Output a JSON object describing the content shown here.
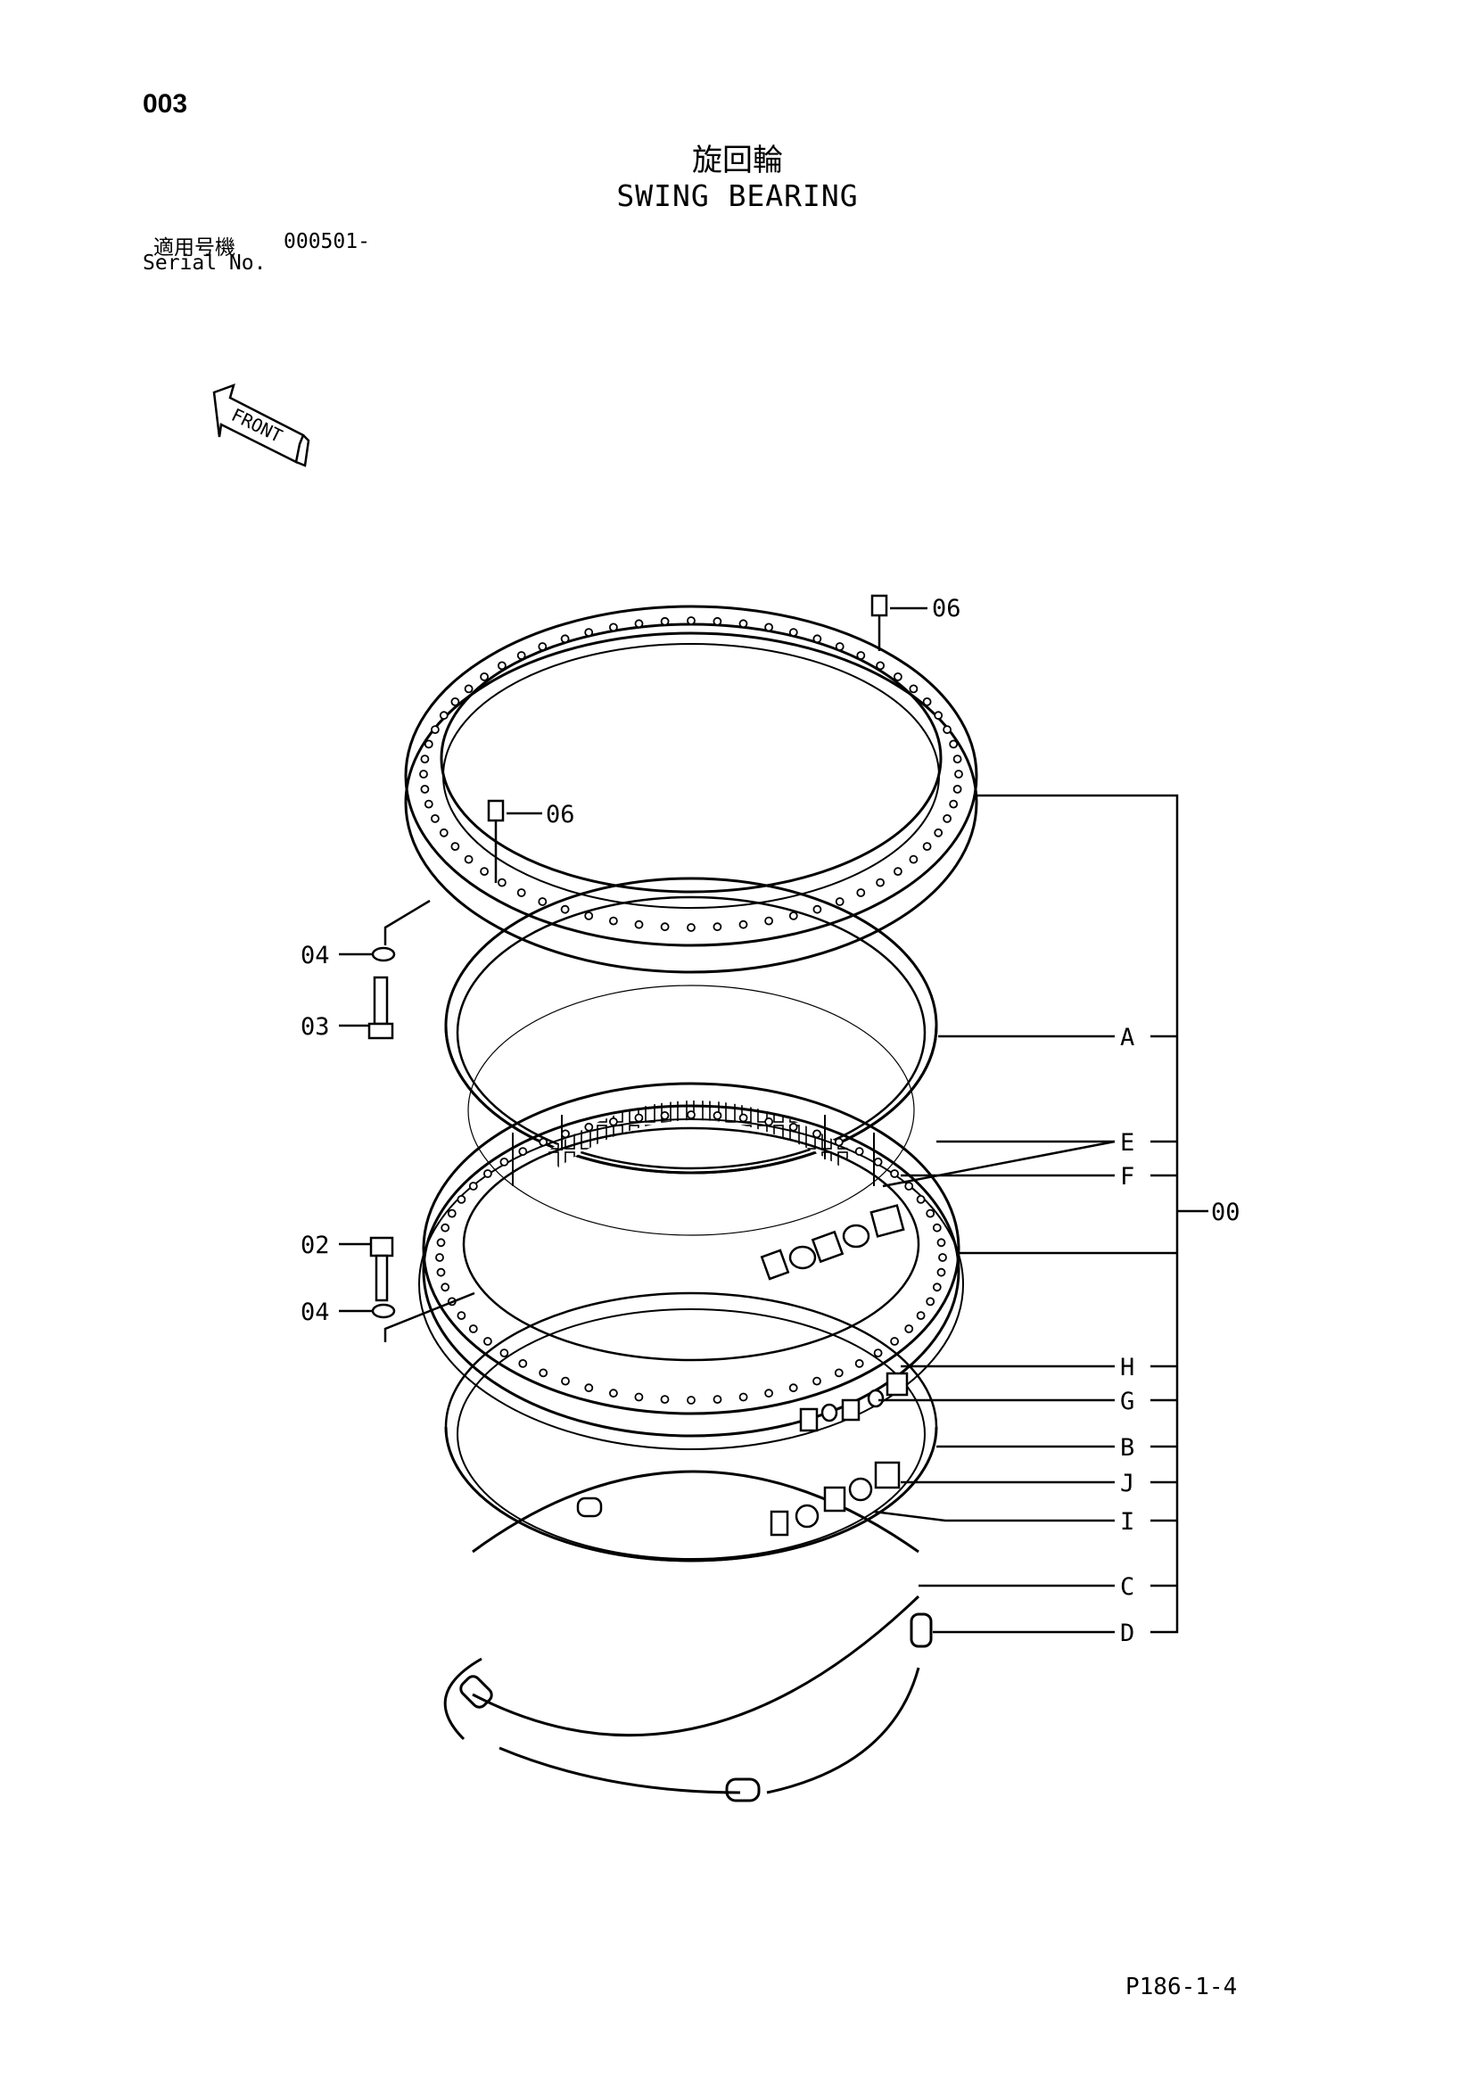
{
  "header": {
    "page_number": "003",
    "title_jp": "旋回輪",
    "title_en": "SWING BEARING",
    "serial_label_jp": "適用号機",
    "serial_value": "000501-",
    "serial_label_en": "Serial No."
  },
  "front_indicator": "FRONT",
  "callouts": {
    "c06_top": "06",
    "c06_mid": "06",
    "c04_top": "04",
    "c03": "03",
    "c02": "02",
    "c04_bottom": "04",
    "A": "A",
    "E": "E",
    "F": "F",
    "H": "H",
    "G": "G",
    "B": "B",
    "J": "J",
    "I": "I",
    "C": "C",
    "D": "D",
    "assembly": "00"
  },
  "footer": {
    "code": "P186-1-4"
  }
}
